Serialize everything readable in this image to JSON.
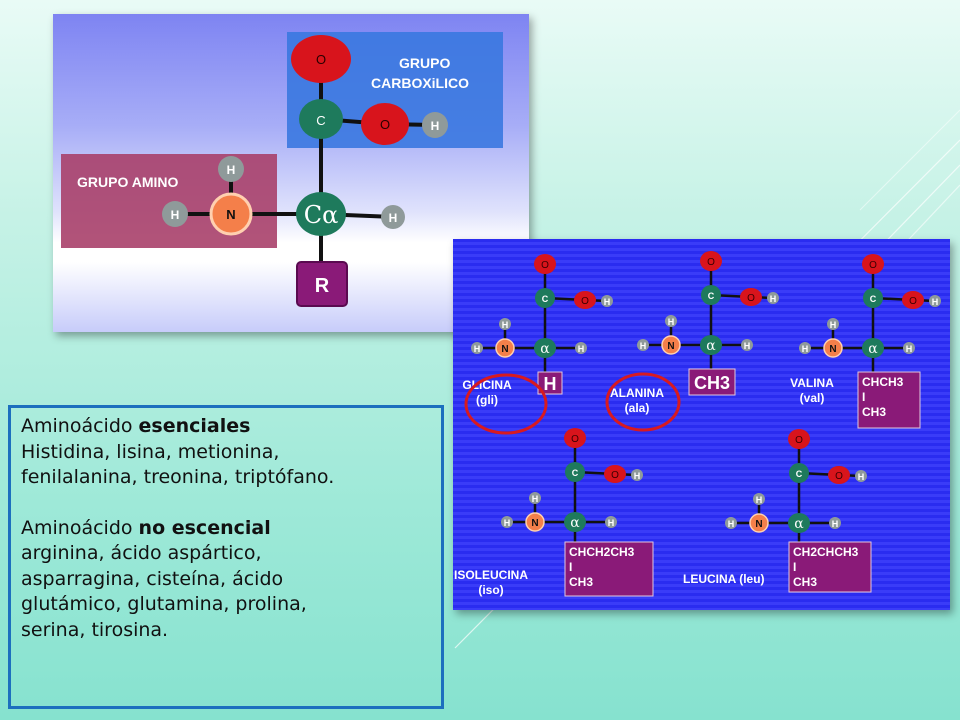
{
  "top_diagram": {
    "label_amino": "GRUPO AMINO",
    "label_carboxyl_1": "GRUPO",
    "label_carboxyl_2": "CARBOXiLICO",
    "atom_o1": "O",
    "atom_o2": "O",
    "atom_c": "C",
    "atom_h_oh": "H",
    "atom_n": "N",
    "atom_h_n_top": "H",
    "atom_h_n_left": "H",
    "atom_calpha": "Cα",
    "atom_h_right": "H",
    "side_chain": "R"
  },
  "amino_acids": [
    {
      "name": "GLICINA",
      "abbr": "(gli)",
      "side": [
        "H"
      ],
      "circled": true
    },
    {
      "name": "ALANINA",
      "abbr": "(ala)",
      "side": [
        "CH3"
      ],
      "circled": true
    },
    {
      "name": "VALINA",
      "abbr": "(val)",
      "side": [
        "CHCH3",
        "I",
        "CH3"
      ],
      "circled": false
    },
    {
      "name": "ISOLEUCINA",
      "abbr": "(iso)",
      "side": [
        "CHCH2CH3",
        "I",
        "CH3"
      ],
      "circled": false
    },
    {
      "name": "LEUCINA (leu)",
      "abbr": "",
      "side": [
        "CH2CHCH3",
        "I",
        "CH3"
      ],
      "circled": false
    }
  ],
  "atom_labels": {
    "o": "O",
    "c": "C",
    "h": "H",
    "n": "N",
    "alpha": "α"
  },
  "text_box": {
    "essential_prefix": "Aminoácido ",
    "essential_bold": "esenciales",
    "essential_list_1": "Histidina, lisina, metionina,",
    "essential_list_2": "fenilalanina, treonina, triptófano.",
    "nonessential_prefix": "Aminoácido ",
    "nonessential_bold": "no escencial",
    "nonessential_list_1": "arginina, ácido aspártico,",
    "nonessential_list_2": "asparragina, cisteína, ácido",
    "nonessential_list_3": "glutámico, glutamina, prolina,",
    "nonessential_list_4": "serina, tirosina."
  },
  "colors": {
    "oxygen": "#d8141c",
    "carbon": "#1e7a5c",
    "nitrogen": "#f47f4a",
    "hydrogen": "#8f9a9a",
    "side_chain": "#8a1a78",
    "amino_box": "#a8406a",
    "carboxyl_box": "#3a78e0",
    "circle": "#d81a20",
    "border": "#1c6fbe"
  }
}
